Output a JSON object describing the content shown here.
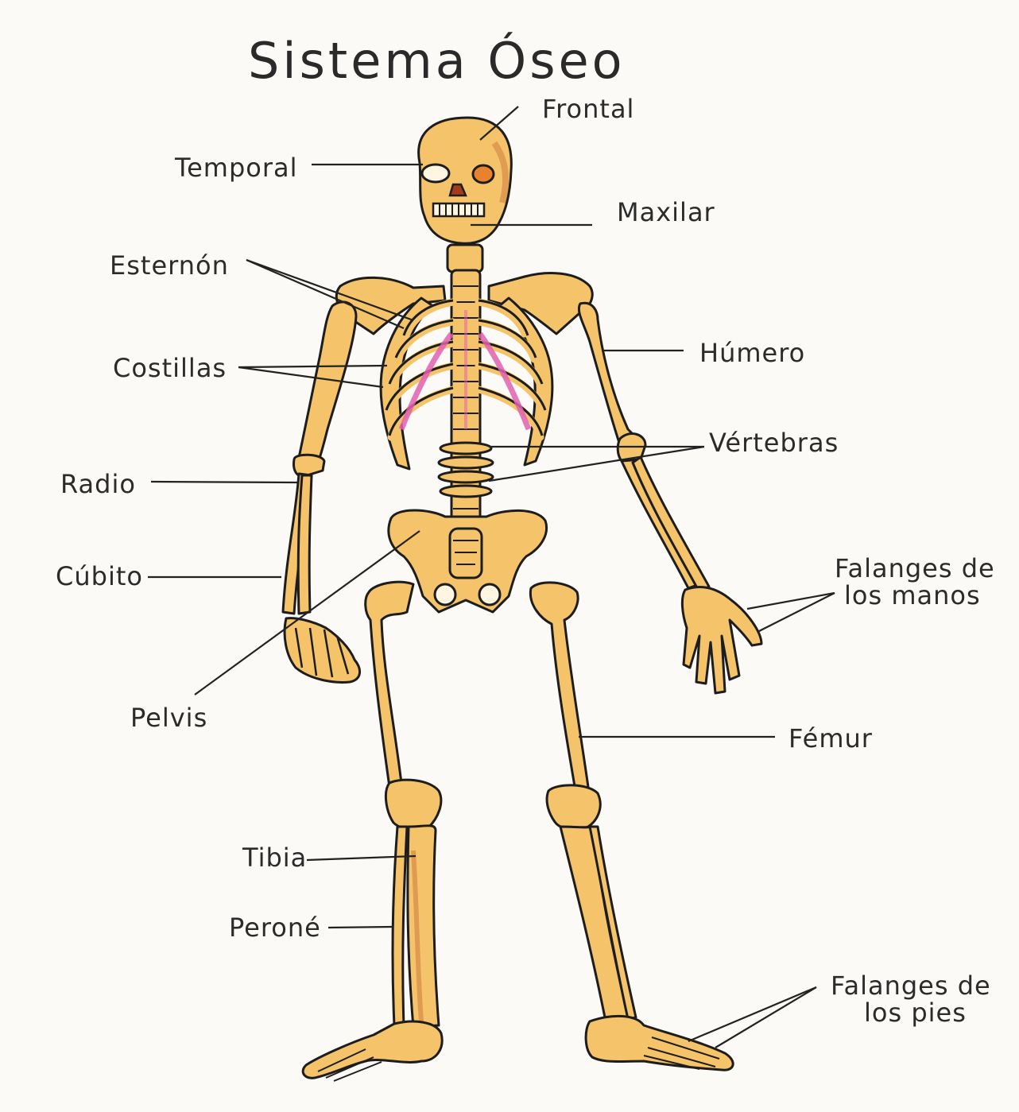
{
  "title": "Sistema Óseo",
  "labels": {
    "frontal": "Frontal",
    "temporal": "Temporal",
    "maxilar": "Maxilar",
    "esternon": "Esternón",
    "humero": "Húmero",
    "costillas": "Costillas",
    "vertebras": "Vértebras",
    "radio": "Radio",
    "cubito": "Cúbito",
    "falanges_manos_1": "Falanges de",
    "falanges_manos_2": "los manos",
    "pelvis": "Pelvis",
    "femur": "Fémur",
    "tibia": "Tibia",
    "perone": "Peroné",
    "falanges_pies_1": "Falanges de",
    "falanges_pies_2": "los pies"
  },
  "colors": {
    "bone": "#f5c46a",
    "bone_shadow": "#e49a3c",
    "outline": "#1d1d1d",
    "sternum_cartilage": "#e060b0",
    "paper": "#fbfaf6"
  }
}
